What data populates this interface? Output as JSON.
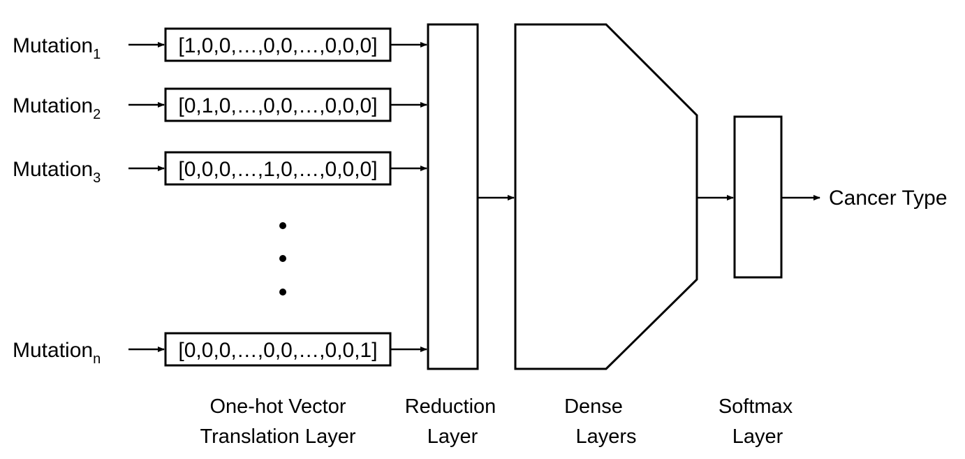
{
  "mutations": [
    {
      "label": "Mutation",
      "subscript": "1",
      "vector": "[1,0,0,…,0,0,…,0,0,0]"
    },
    {
      "label": "Mutation",
      "subscript": "2",
      "vector": "[0,1,0,…,0,0,…,0,0,0]"
    },
    {
      "label": "Mutation",
      "subscript": "3",
      "vector": "[0,0,0,…,1,0,…,0,0,0]"
    },
    {
      "label": "Mutation",
      "subscript": "n",
      "vector": "[0,0,0,…,0,0,…,0,0,1]"
    }
  ],
  "layers": {
    "onehot": {
      "line1": "One-hot Vector",
      "line2": "Translation Layer"
    },
    "reduction": {
      "line1": "Reduction",
      "line2": "Layer"
    },
    "dense": {
      "line1": "Dense",
      "line2": "Layers"
    },
    "softmax": {
      "line1": "Softmax",
      "line2": "Layer"
    }
  },
  "output": {
    "label": "Cancer Type"
  },
  "colors": {
    "stroke": "#000000",
    "background": "#ffffff"
  }
}
